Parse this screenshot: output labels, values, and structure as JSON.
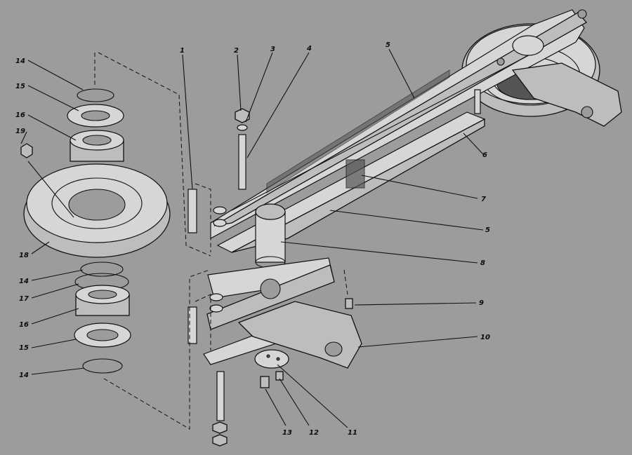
{
  "figure": {
    "callouts": {
      "c1": "1",
      "c2": "2",
      "c3": "3",
      "c4": "4",
      "c5a": "5",
      "c5b": "5",
      "c6": "6",
      "c7": "7",
      "c8": "8",
      "c9": "9",
      "c10": "10",
      "c11": "11",
      "c12": "12",
      "c13": "13",
      "c14a": "14",
      "c15a": "15",
      "c16a": "16",
      "c19": "19",
      "c18": "18",
      "c14b": "14",
      "c17": "17",
      "c16b": "16",
      "c15b": "15",
      "c14c": "14"
    }
  }
}
